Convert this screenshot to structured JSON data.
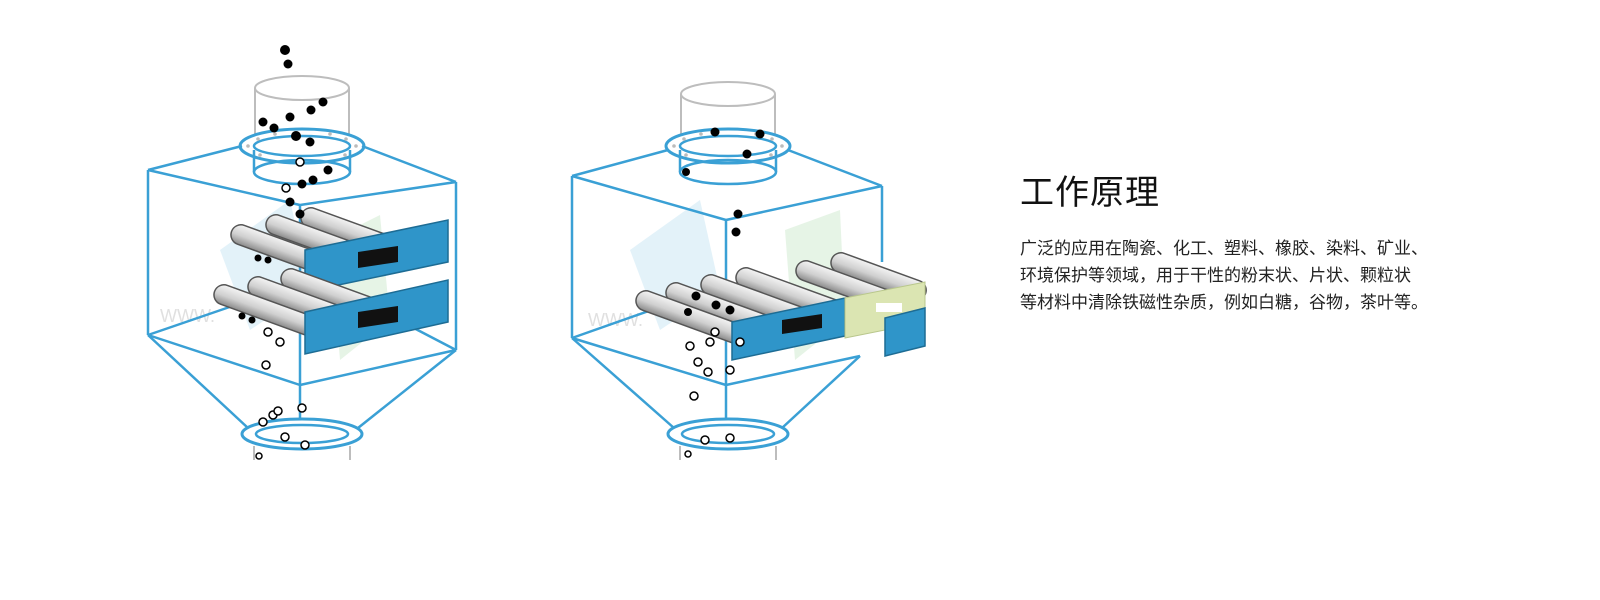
{
  "section": {
    "title": "工作原理",
    "description_lines": [
      "广泛的应用在陶瓷、化工、塑料、橡胶、染料、矿业、",
      "环境保护等领域，用于干性的粉末状、片状、颗粒状",
      "等材料中清除铁磁性杂质，例如白糖，谷物，茶叶等。"
    ]
  },
  "colors": {
    "frame": "#3aa0d5",
    "plate": "#2f95c9",
    "plate_slot": "#111111",
    "flange_fill": "#ffffff",
    "pale_plate": "#dbe5b2",
    "ghost": "#cfe8f3",
    "ghost_green": "#d9efd9",
    "particle_iron": "#000000",
    "particle_clean": "#ffffff"
  },
  "diagrams": [
    {
      "name": "diagram-left",
      "state": "magnetic bars inserted"
    },
    {
      "name": "diagram-right",
      "state": "magnetic bars pulled out for cleaning"
    }
  ],
  "watermark": "WWW."
}
